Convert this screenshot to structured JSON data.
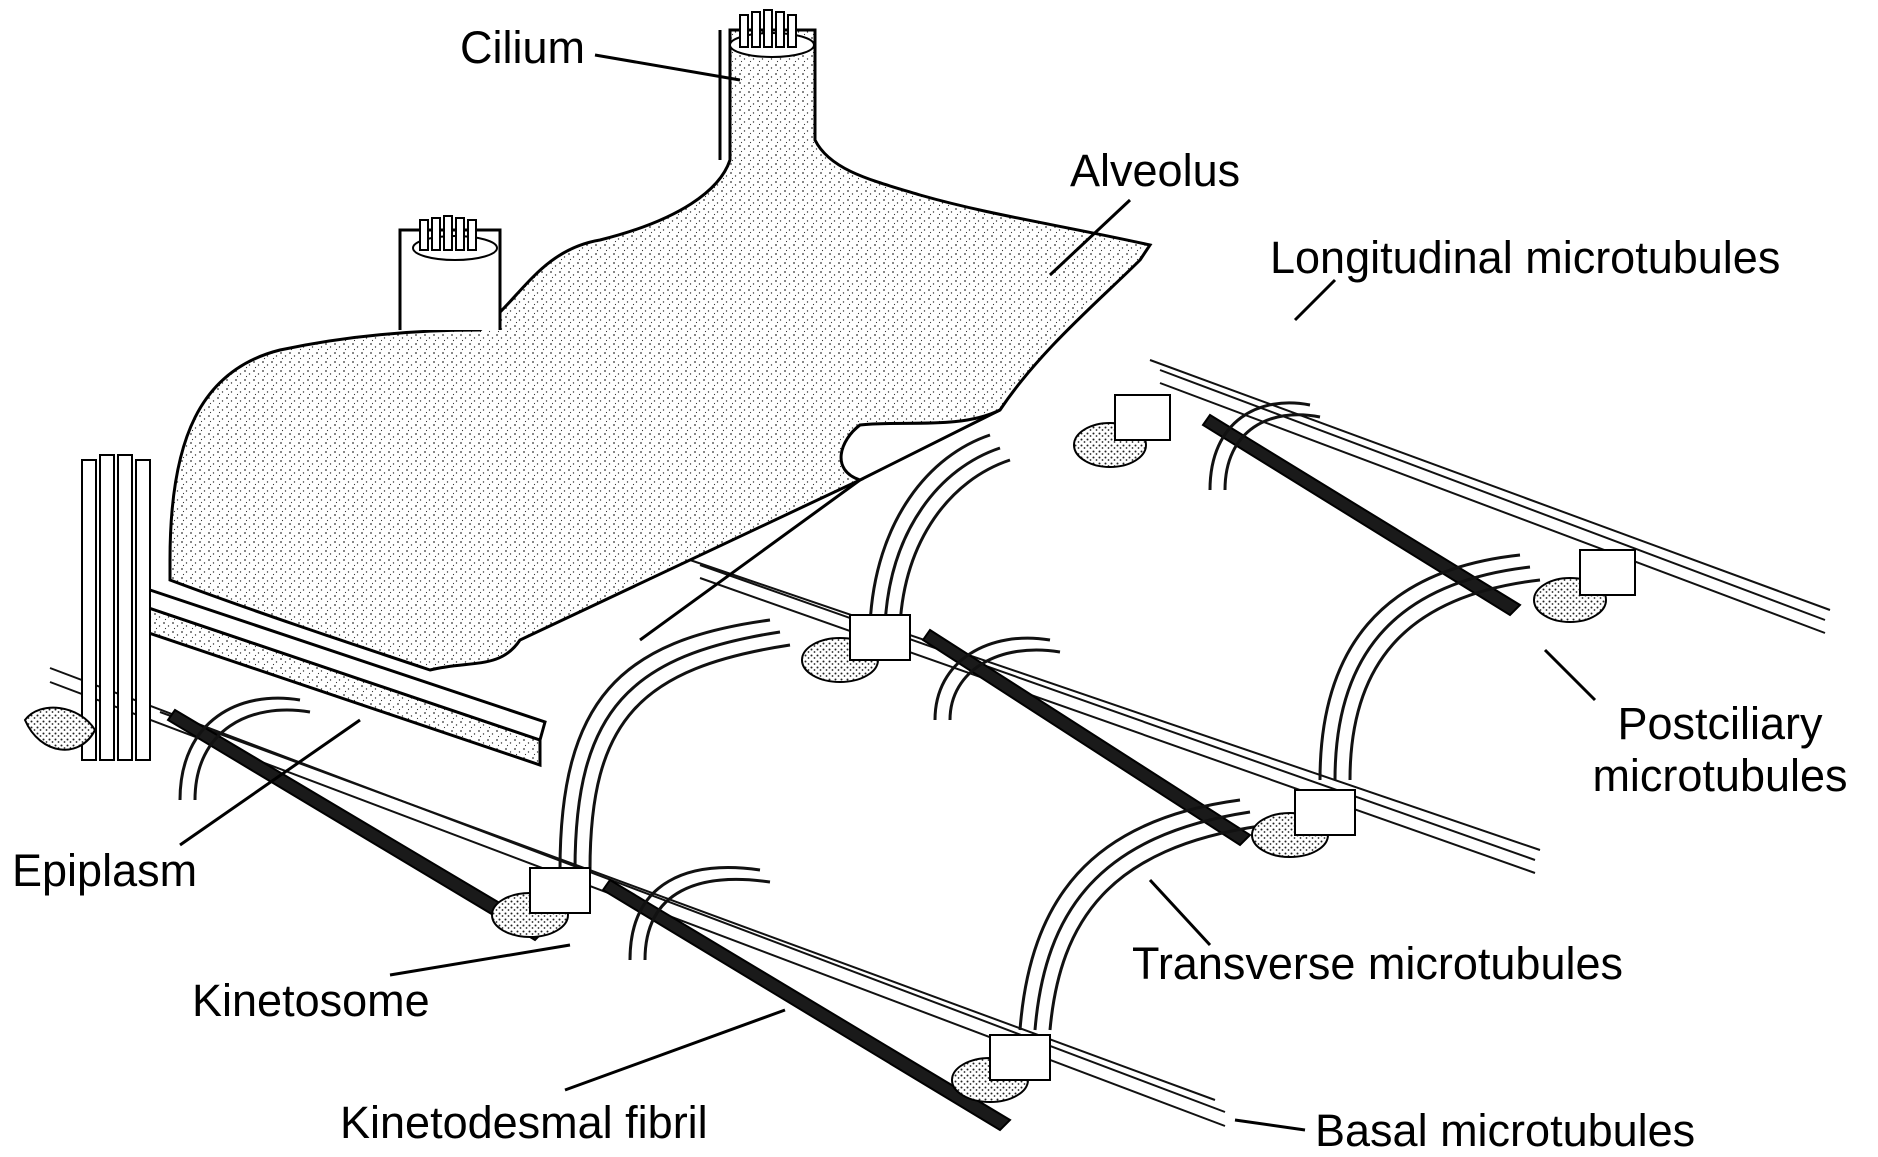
{
  "labels": {
    "cilium": "Cilium",
    "alveolus": "Alveolus",
    "longitudinal": "Longitudinal microtubules",
    "postciliary_line1": "Postciliary",
    "postciliary_line2": "microtubules",
    "epiplasm": "Epiplasm",
    "transverse": "Transverse microtubules",
    "kinetosome": "Kinetosome",
    "kinetodesmal": "Kinetodesmal fibril",
    "basal": "Basal microtubules"
  }
}
